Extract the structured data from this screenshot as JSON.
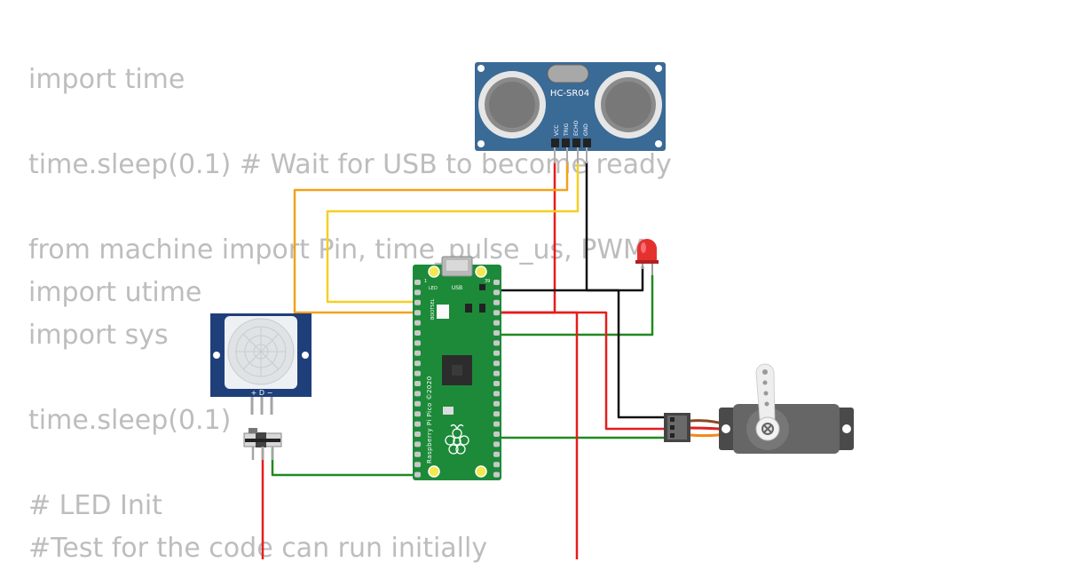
{
  "code_lines": [
    "import time",
    "",
    "time.sleep(0.1) # Wait for USB to become ready",
    "",
    "from machine import Pin, time_pulse_us, PWM",
    "import utime",
    "import sys",
    "",
    "time.sleep(0.1)",
    "",
    "# LED Init",
    "#Test for the code can run initially"
  ],
  "ultrasonic": {
    "model": "HC-SR04",
    "pins": [
      "VCC",
      "TRIG",
      "ECHO",
      "GND"
    ]
  },
  "pir": {
    "pin_labels": "+  D  −"
  },
  "pico": {
    "board_name": "Raspberry Pi Pico ©2020",
    "usb_label": "USB",
    "bootsel_label": "BOOTSEL",
    "led_label": "LED",
    "pin_1": "1",
    "pin_39": "39"
  },
  "colors": {
    "wire_red": "#e51d1d",
    "wire_black": "#111111",
    "wire_green": "#1f8a1f",
    "wire_orange": "#f2a21c",
    "wire_yellow": "#f4cf22",
    "pcb_green": "#1d8a3a",
    "sensor_blue": "#3a6a96",
    "pir_blue": "#1f3f7a",
    "code_gray": "#bdbdbd"
  }
}
